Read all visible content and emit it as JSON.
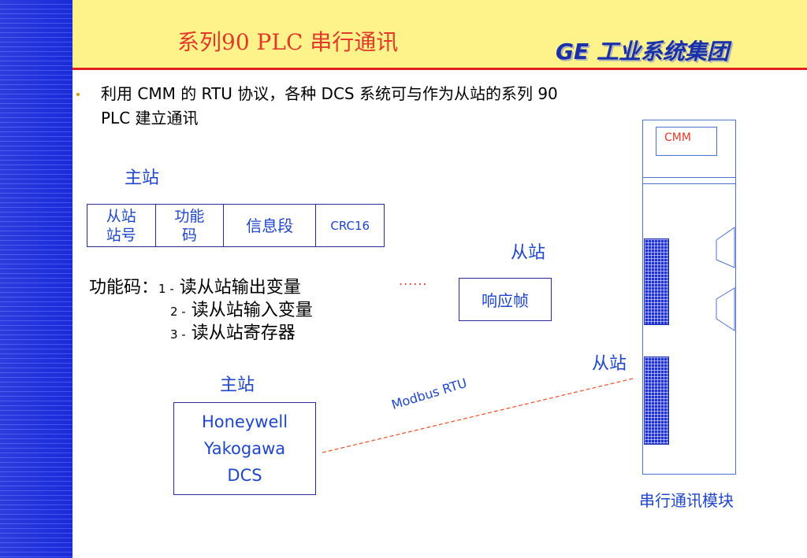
{
  "header": {
    "title": "系列90 PLC 串行通讯",
    "brand": "GE 工业系统集团"
  },
  "bullet": {
    "text_line1": "利用 CMM 的 RTU 协议，各种 DCS 系统可与作为从站的系列 90",
    "text_line2": "PLC 建立通讯"
  },
  "master_label_top": "主站",
  "frame": {
    "cells": [
      "从站\n站号",
      "功能\n码",
      "信息段",
      "CRC16"
    ]
  },
  "function_codes": {
    "label": "功能码：",
    "items": [
      {
        "num": "1 -",
        "text": "读从站输出变量"
      },
      {
        "num": "2 -",
        "text": "读从站输入变量"
      },
      {
        "num": "3 -",
        "text": "读从站寄存器"
      }
    ]
  },
  "ellipsis": "......",
  "slave_label_1": "从站",
  "response_frame": "响应帧",
  "slave_label_2": "从站",
  "master_label_bottom": "主站",
  "dcs_box": {
    "lines": [
      "Honeywell",
      "Yakogawa",
      "DCS"
    ]
  },
  "link_label": "Modbus RTU",
  "module": {
    "cmm_label": "CMM",
    "caption": "串行通讯模块"
  },
  "colors": {
    "sidebar": "#1b2bd8",
    "header_bg": "#fef28a",
    "header_rule": "#e02020",
    "title": "#e23a2a",
    "brand": "#1830a8",
    "diagram_text": "#1f46c8",
    "link_line": "#e8502a"
  },
  "icons": {
    "bullet": "bullet-dot",
    "port_connectors": "db-connector-shape",
    "terminal_blocks": "terminal-grid"
  }
}
